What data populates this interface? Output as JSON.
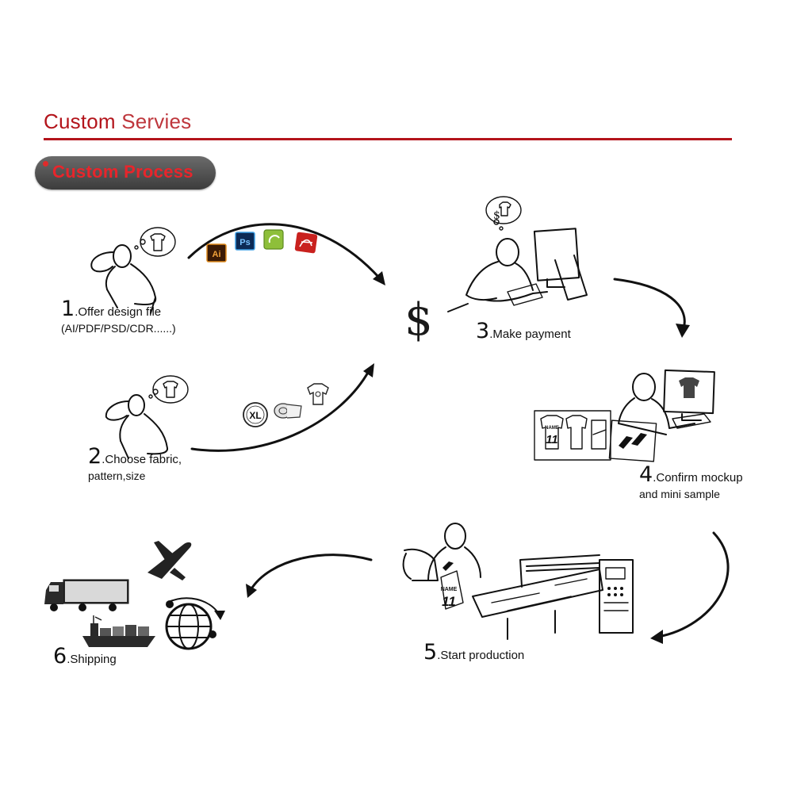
{
  "header": {
    "title_accent": "Custom",
    "title_rest": " Servies",
    "accent_color": "#b3141b"
  },
  "badge": {
    "label": "Custom Process",
    "label_color": "#e8252b"
  },
  "steps": [
    {
      "number": "1",
      "label": ".Offer design file",
      "sub": "(AI/PDF/PSD/CDR......)"
    },
    {
      "number": "2",
      "label": ".Choose fabric,",
      "sub": "pattern,size"
    },
    {
      "number": "3",
      "label": ".Make payment"
    },
    {
      "number": "4",
      "label": ".Confirm mockup",
      "sub": "and mini sample"
    },
    {
      "number": "5",
      "label": ".Start production"
    },
    {
      "number": "6",
      "label": ".Shipping"
    }
  ],
  "icons": {
    "file_formats": [
      "Ai",
      "Ps",
      "",
      ""
    ],
    "currency": "$",
    "size_tag": "XL",
    "mockup_name": "NAME",
    "mockup_number": "11"
  }
}
